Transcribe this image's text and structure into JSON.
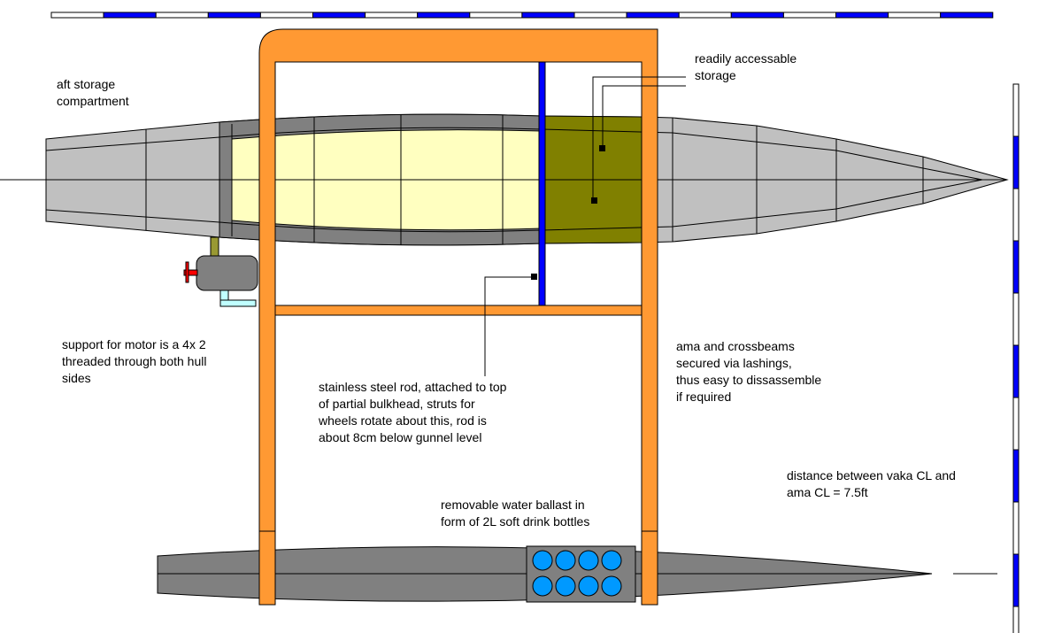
{
  "labels": {
    "aft_storage": "aft storage\ncompartment",
    "readily_storage": "readily accessable\nstorage",
    "motor_support": "support for motor is a 4x 2\nthreaded through both hull\nsides",
    "steel_rod": "stainless steel rod, attached to top\nof partial bulkhead, struts for\nwheels rotate about this, rod is\nabout 8cm below gunnel level",
    "ama_crossbeams": "ama and crossbeams\nsecured via lashings,\nthus easy to dissassemble\nif required",
    "distance": "distance between vaka CL and\nama CL = 7.5ft",
    "ballast": "removable water ballast in\nform of 2L soft drink bottles"
  },
  "colors": {
    "hull": "#c0c0c0",
    "hull_dark": "#808080",
    "aft_compartment": "#ffffc0",
    "storage": "#808000",
    "crossbeam": "#ff9933",
    "rod": "#0000ff",
    "bottle": "#0099ff",
    "scale_blue": "#0000ff"
  }
}
